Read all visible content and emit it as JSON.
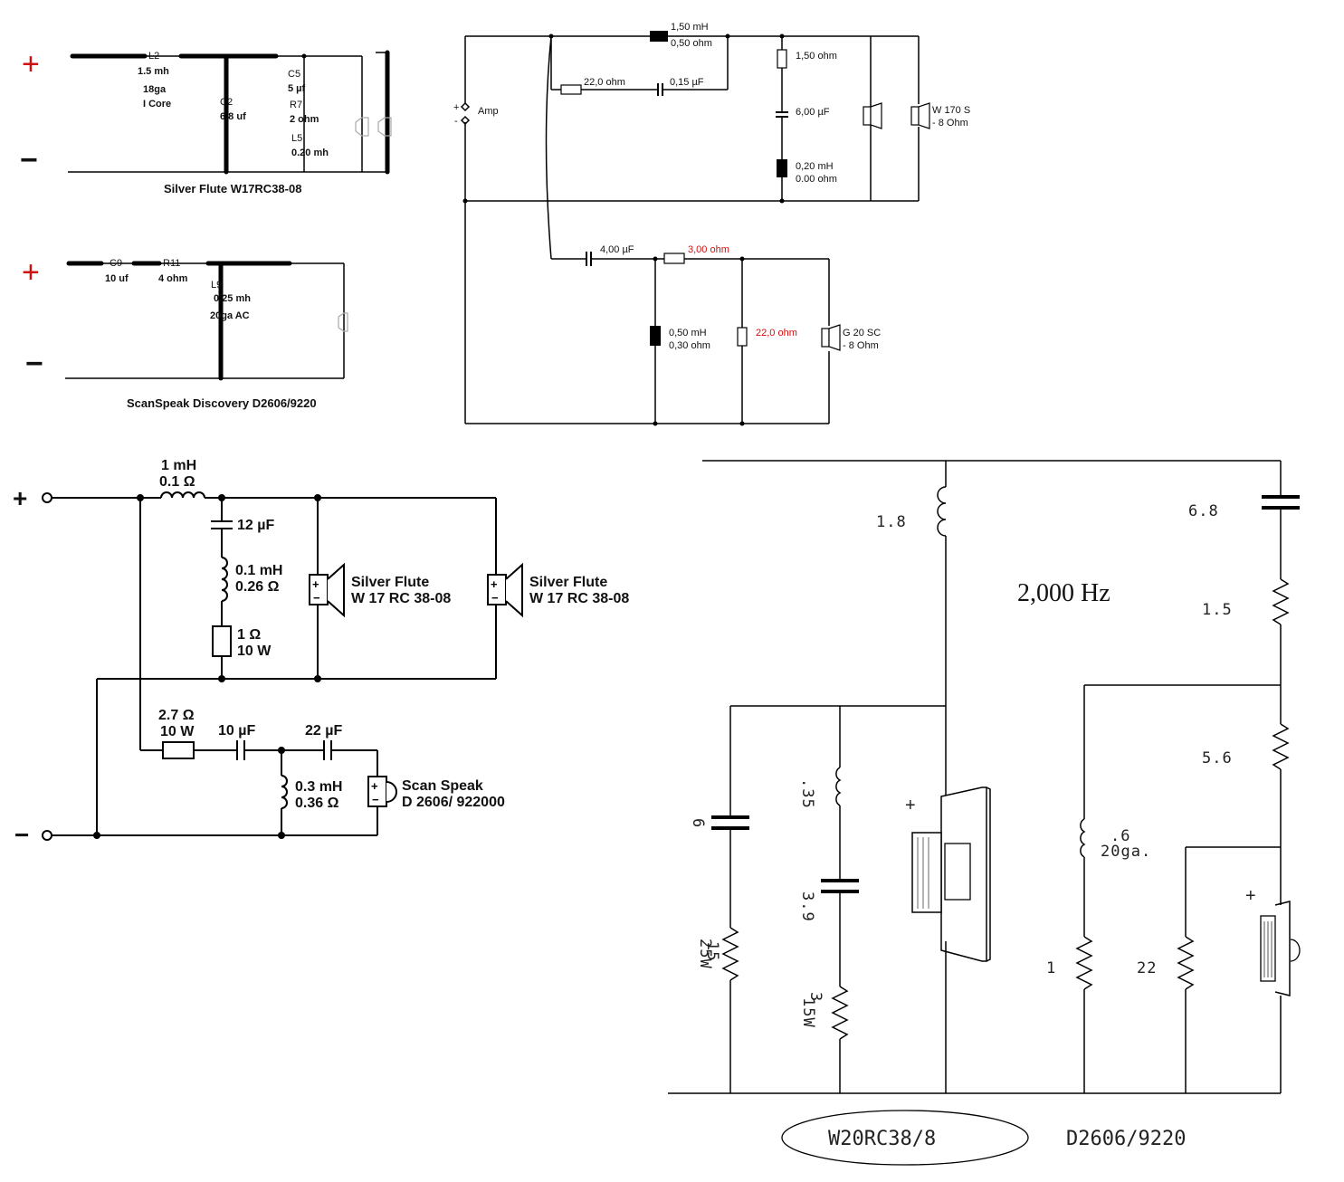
{
  "schematic_1": {
    "plus": "+",
    "minus": "−",
    "l2": "L2",
    "l2_value": "1.5 mh",
    "l2_gauge": "18ga",
    "l2_core": "I Core",
    "c2": "C2",
    "c2_value": "6.8 uf",
    "c5": "C5",
    "c5_value": "5 µf",
    "r7": "R7",
    "r7_value": "2 ohm",
    "l5": "L5",
    "l5_value": "0.20 mh",
    "title": "Silver Flute W17RC38-08"
  },
  "schematic_2": {
    "plus": "+",
    "minus": "−",
    "c9": "C9",
    "c9_value": "10 uf",
    "r11": "R11",
    "r11_value": "4 ohm",
    "l9": "L9",
    "l9_value": "0.25 mh",
    "l9_gauge": "20ga AC",
    "title": "ScanSpeak Discovery D2606/9220"
  },
  "schematic_3": {
    "amp_label": "Amp",
    "amp_plus": "+",
    "amp_minus": "-",
    "ind1_value": "1,50 mH",
    "ind1_res": "0,50 ohm",
    "r1_value": "22,0 ohm",
    "c1_value": "0,15 µF",
    "r2_value": "1,50 ohm",
    "c2_value": "6,00 µF",
    "ind2_value": "0,20 mH",
    "ind2_res": "0.00 ohm",
    "woofer_name": "W 170 S",
    "woofer_imp": "- 8 Ohm",
    "c3_value": "4,00 µF",
    "r3_value": "3,00 ohm",
    "ind3_value": "0,50 mH",
    "ind3_res": "0,30 ohm",
    "r4_value": "22,0 ohm",
    "tweeter_name": "G 20 SC",
    "tweeter_imp": "- 8 Ohm"
  },
  "schematic_4": {
    "plus": "+",
    "minus": "−",
    "l1_value": "1 mH",
    "l1_res": "0.1 Ω",
    "c1_value": "12 µF",
    "l2_value": "0.1 mH",
    "l2_res": "0.26 Ω",
    "r1_value": "1 Ω",
    "r1_power": "10 W",
    "spk1_name": "Silver Flute",
    "spk1_model": "W 17 RC 38-08",
    "spk2_name": "Silver Flute",
    "spk2_model": "W 17 RC 38-08",
    "r2_value": "2.7 Ω",
    "r2_power": "10 W",
    "c2_value": "10 µF",
    "c3_value": "22 µF",
    "l3_value": "0.3 mH",
    "l3_res": "0.36 Ω",
    "tw_name": "Scan Speak",
    "tw_model": "D 2606/ 922000"
  },
  "schematic_5": {
    "l_main": "1.8",
    "c_tw": "6.8",
    "r_tw1": "1.5",
    "freq": "2,000 Hz",
    "r_tw2": "5.6",
    "c_zobel": "6",
    "r_zobel": "15",
    "r_zobel_w": "25W",
    "l_notch": ".35",
    "c_notch": "3.9",
    "r_notch": "3",
    "r_notch_w": "15W",
    "woofer_plus": "+",
    "l_tw": ".6",
    "l_tw_gauge": "20ga.",
    "r_tw3": "1",
    "r_tw4": "22",
    "tw_plus": "+",
    "woofer_model": "W20RC38/8",
    "tweeter_model": "D2606/9220"
  }
}
